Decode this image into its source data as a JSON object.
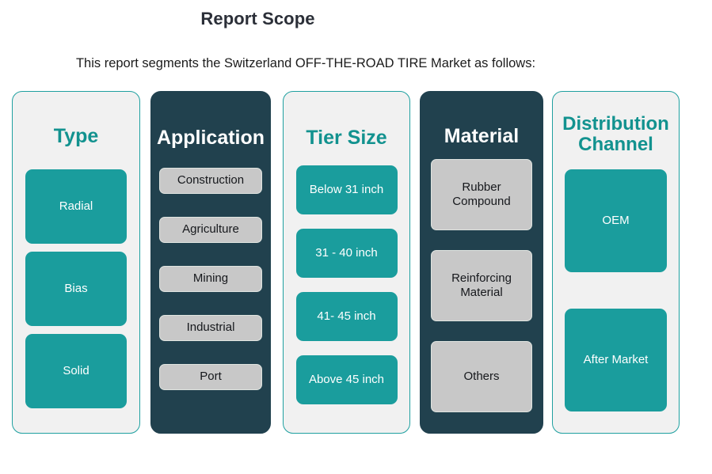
{
  "header": {
    "title": "Report Scope",
    "subtitle": "This report segments the Switzerland OFF-THE-ROAD TIRE Market as follows:"
  },
  "colors": {
    "teal": "#1a9d9d",
    "teal_heading": "#12928f",
    "navy": "#21414e",
    "light_panel": "#f1f1f1",
    "gray_chip": "#c8c8c8",
    "title_text": "#2b2f38"
  },
  "columns": [
    {
      "heading": "Type",
      "style": "light",
      "items": [
        {
          "label": "Radial"
        },
        {
          "label": "Bias"
        },
        {
          "label": "Solid"
        }
      ]
    },
    {
      "heading": "Application",
      "style": "dark",
      "items": [
        {
          "label": "Construction"
        },
        {
          "label": "Agriculture"
        },
        {
          "label": "Mining"
        },
        {
          "label": "Industrial"
        },
        {
          "label": "Port"
        }
      ]
    },
    {
      "heading": "Tier Size",
      "style": "light",
      "items": [
        {
          "label": "Below 31 inch"
        },
        {
          "label": "31 - 40 inch"
        },
        {
          "label": "41- 45 inch"
        },
        {
          "label": "Above 45 inch"
        }
      ]
    },
    {
      "heading": "Material",
      "style": "dark",
      "items": [
        {
          "label": "Rubber Compound"
        },
        {
          "label": "Reinforcing Material"
        },
        {
          "label": "Others"
        }
      ]
    },
    {
      "heading": "Distribution Channel",
      "style": "light",
      "items": [
        {
          "label": "OEM"
        },
        {
          "label": "After Market"
        }
      ]
    }
  ]
}
